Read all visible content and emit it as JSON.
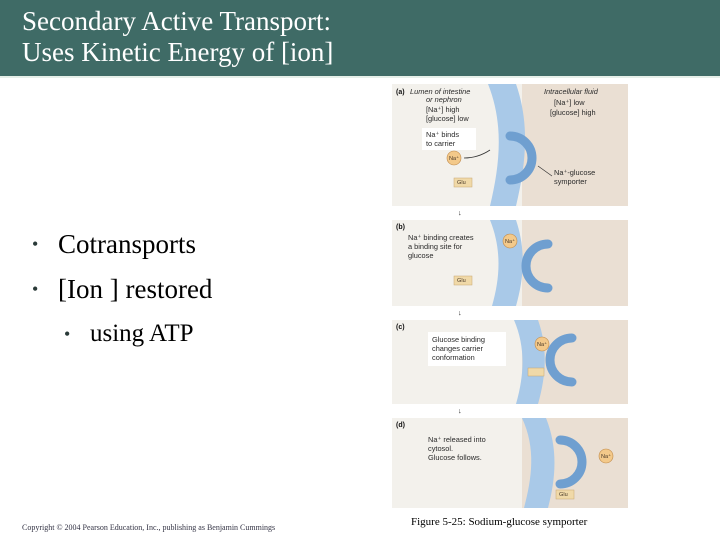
{
  "slide": {
    "title_line1": "Secondary Active Transport:",
    "title_line2": "Uses Kinetic Energy of [ion]",
    "bullets": [
      {
        "text": "Cotransports",
        "level": 1
      },
      {
        "text": "[Ion ] restored",
        "level": 1
      },
      {
        "text": "using ATP",
        "level": 2
      }
    ],
    "copyright": "Copyright © 2004 Pearson Education, Inc., publishing as Benjamin Cummings",
    "caption": "Figure 5-25: Sodium-glucose symporter"
  },
  "figure": {
    "panel_a": {
      "label": "(a)",
      "lumen_1": "Lumen of intestine",
      "lumen_2": "or nephron",
      "lumen_na": "[Na⁺] high",
      "lumen_glu": "[glucose] low",
      "icf_1": "Intracellular fluid",
      "icf_na": "[Na⁺] low",
      "icf_glu": "[glucose] high",
      "na_binds_1": "Na⁺ binds",
      "na_binds_2": "to carrier",
      "symporter_1": "Na⁺-glucose",
      "symporter_2": "symporter"
    },
    "panel_b": {
      "label": "(b)",
      "line1": "Na⁺ binding creates",
      "line2": "a binding site for",
      "line3": "glucose"
    },
    "panel_c": {
      "label": "(c)",
      "line1": "Glucose binding",
      "line2": "changes carrier",
      "line3": "conformation"
    },
    "panel_d": {
      "label": "(d)",
      "line1": "Na⁺ released into",
      "line2": "cytosol.",
      "line3": "Glucose follows."
    },
    "na_token": "Na⁺",
    "glu_token": "Glu",
    "colors": {
      "lumen_bg": "#f3f1ec",
      "cell_bg": "#eadfd3",
      "membrane": "#a9c9e8",
      "na_fill": "#f3c98a",
      "glu_fill": "#f0d9a8",
      "title_bar": "#3f6b66"
    }
  }
}
